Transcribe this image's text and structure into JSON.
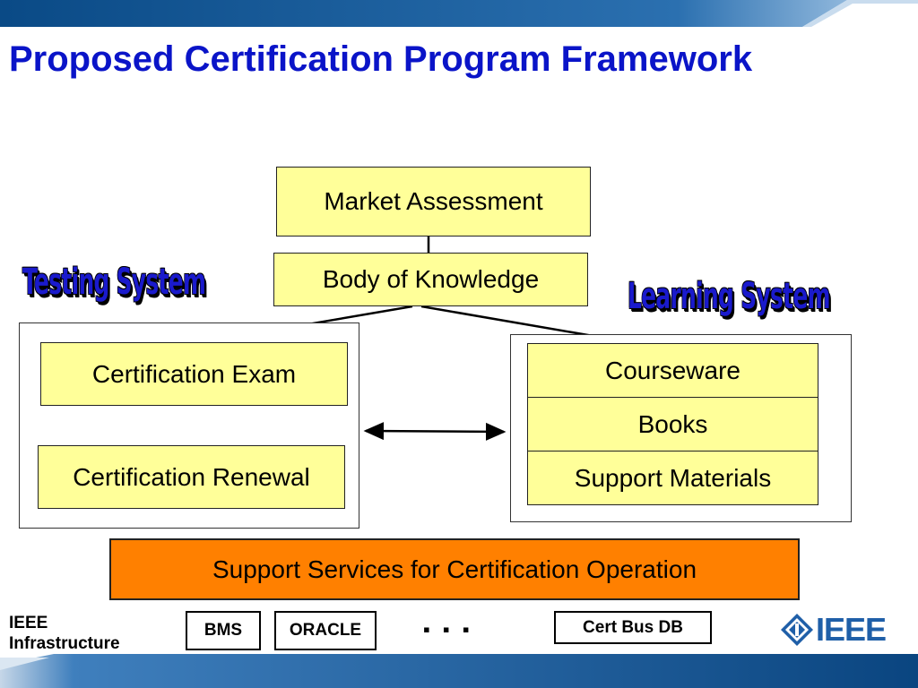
{
  "slide": {
    "title": "Proposed Certification Program Framework"
  },
  "nodes": {
    "market_assessment": "Market Assessment",
    "body_of_knowledge": "Body of Knowledge",
    "certification_exam": "Certification Exam",
    "certification_renewal": "Certification Renewal",
    "courseware": "Courseware",
    "books": "Books",
    "support_materials": "Support Materials",
    "support_services": "Support Services for Certification Operation"
  },
  "groups": {
    "testing_system": "Testing System",
    "learning_system": "Learning System"
  },
  "infrastructure": {
    "label_line1": "IEEE",
    "label_line2": "Infrastructure",
    "items": [
      "BMS",
      "ORACLE",
      "Cert Bus DB"
    ],
    "ellipsis": "▪ ▪ ▪"
  },
  "logo": {
    "text": "IEEE",
    "icon": "ieee-diamond-icon"
  },
  "colors": {
    "title": "#0a14c8",
    "box_fill": "#ffff99",
    "support_services_fill": "#ff8000",
    "band_blue": "#0b4f8c",
    "logo_blue": "#1f5fa8",
    "system_label": "#1a1acc"
  }
}
